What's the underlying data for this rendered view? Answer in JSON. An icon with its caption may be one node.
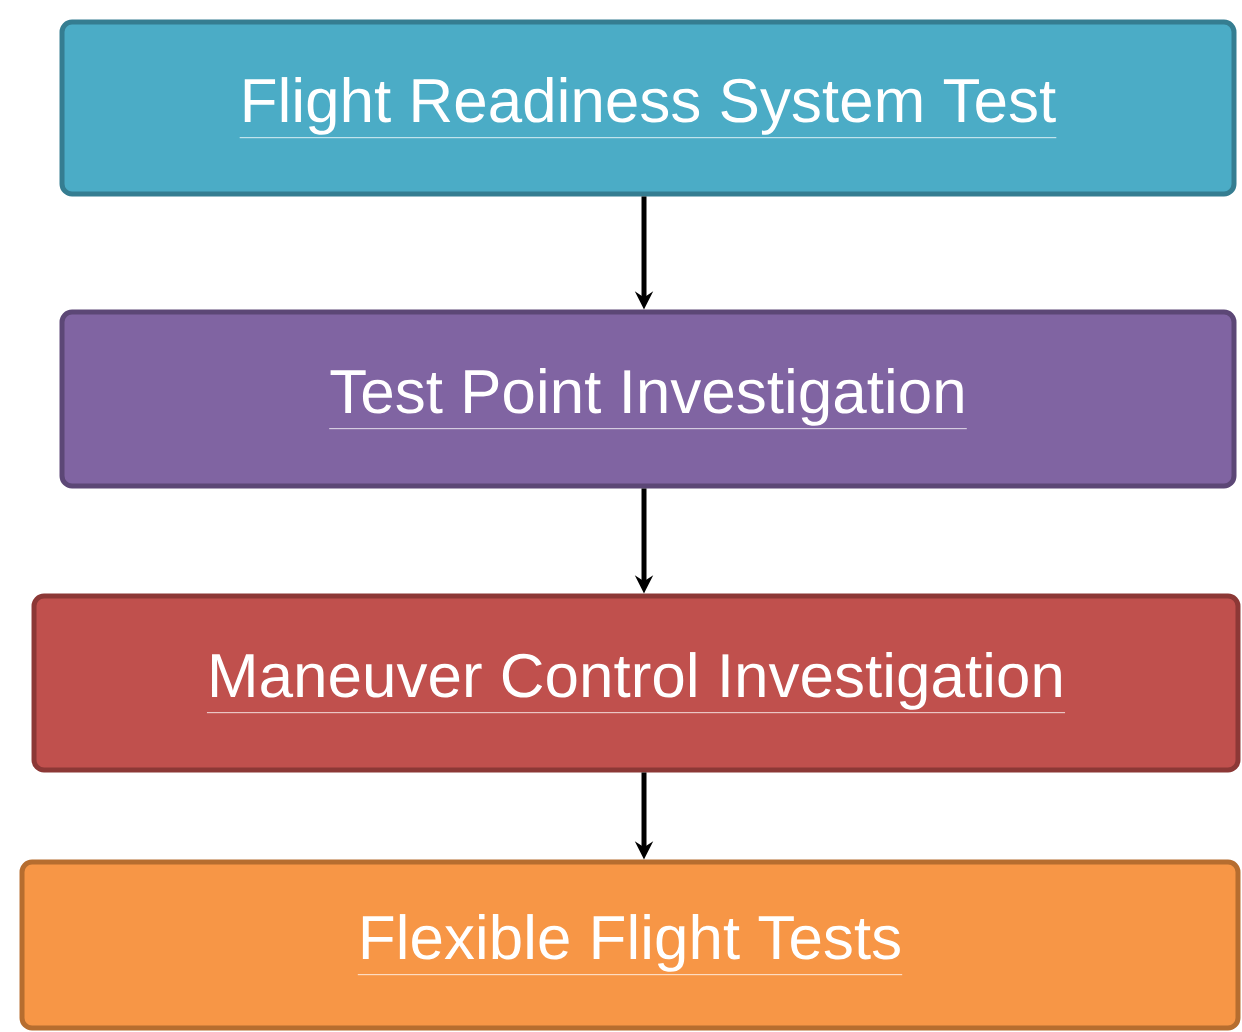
{
  "diagram": {
    "nodes": [
      {
        "text": [
          "Flight Readiness System Test"
        ]
      },
      {
        "text": [
          "Test Point Investigation"
        ]
      },
      {
        "text": [
          "Maneuver Control Investigation"
        ]
      },
      {
        "text": [
          "Flexible Flight Tests"
        ]
      }
    ],
    "edges": [
      {
        "from": 0,
        "to": 1,
        "arrow": "to"
      },
      {
        "from": 1,
        "to": 2,
        "arrow": "to"
      },
      {
        "from": 2,
        "to": 3,
        "arrow": "to"
      }
    ]
  }
}
